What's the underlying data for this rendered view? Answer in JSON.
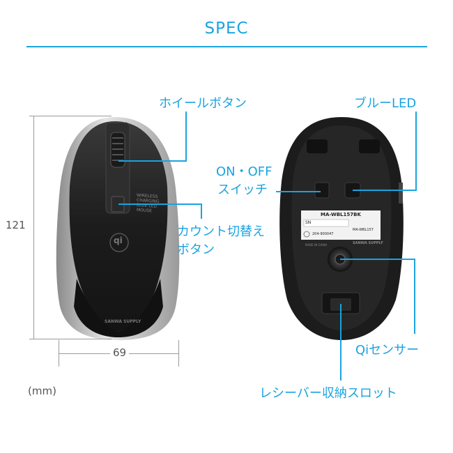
{
  "title": "SPEC",
  "dimensions": {
    "height": "121",
    "width": "69",
    "unit": "(mm)"
  },
  "callouts": {
    "wheel_button": "ホイールボタン",
    "blue_led": "ブルーLED",
    "on_off_line1": "ON・OFF",
    "on_off_line2": "スイッチ",
    "count_switch_line1": "カウント切替え",
    "count_switch_line2": "ボタン",
    "qi_sensor": "Qiセンサー",
    "receiver_slot": "レシーバー収納スロット"
  },
  "product_text": {
    "top_print": [
      "WIRELESS",
      "CHARGING",
      "BLUE LED",
      "MOUSE"
    ],
    "qi_logo": "qi",
    "brand_front": "SANWA SUPPLY",
    "model_label": "MA-WBL157BK",
    "sn_label": "SN",
    "model_small": "MA-WBL157",
    "code": "204-900047",
    "made_in": "MADE IN CHINA",
    "brand_back": "SANWA SUPPLY"
  },
  "colors": {
    "accent": "#1aa3e0",
    "mouse_body": "#1e1e1e",
    "silver": "#bfbfbf"
  }
}
